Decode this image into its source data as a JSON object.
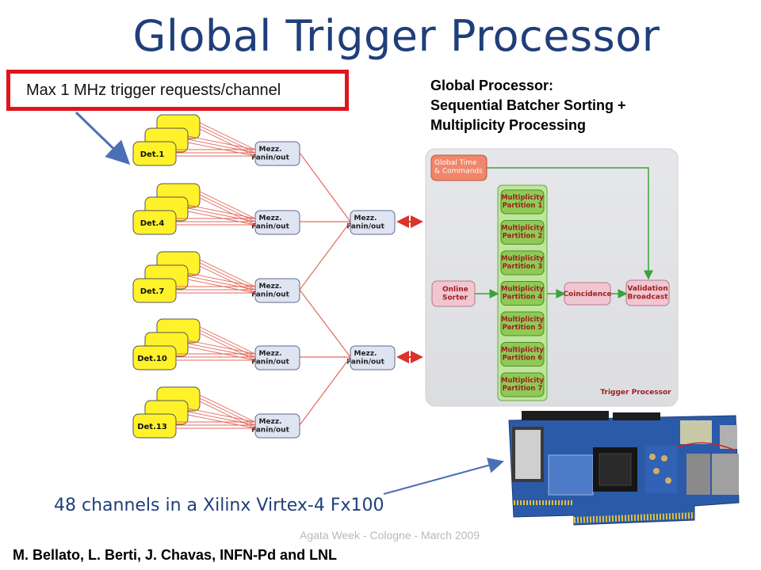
{
  "title": "Global Trigger Processor",
  "callout": "Max 1 MHz trigger requests/channel",
  "global_processor": {
    "line1": "Global Processor:",
    "line2": "Sequential Batcher Sorting +",
    "line3": "Multiplicity  Processing"
  },
  "detectors": [
    "Det.1",
    "Det.4",
    "Det.7",
    "Det.10",
    "Det.13"
  ],
  "mezz_first": [
    "Mezz.",
    "Fanin/out"
  ],
  "mezz_second": [
    "Mezz.",
    "Fanin/out"
  ],
  "trigger_processor": {
    "global_time": [
      "Global Time",
      "& Commands"
    ],
    "online_sorter": [
      "Online",
      "Sorter"
    ],
    "partitions": [
      [
        "Multiplicity",
        "Partition 1"
      ],
      [
        "Multiplicity",
        "Partition 2"
      ],
      [
        "Multiplicity",
        "Partition 3"
      ],
      [
        "Multiplicity",
        "Partition 4"
      ],
      [
        "Multiplicity",
        "Partition 5"
      ],
      [
        "Multiplicity",
        "Partition 6"
      ],
      [
        "Multiplicity",
        "Partition 7"
      ]
    ],
    "coincidence": "Coincidence",
    "validation": [
      "Validation",
      "Broadcast"
    ],
    "caption": "Trigger Processor"
  },
  "channels_caption": "48 channels in a Xilinx Virtex-4 Fx100",
  "footer": "Agata Week - Cologne - March 2009",
  "authors": "M. Bellato, L. Berti, J. Chavas,  INFN-Pd and LNL",
  "colors": {
    "title": "#1f3f7a",
    "callout_border": "#e0141c",
    "detector_fill": "#fff22a",
    "mezz_fill": "#dfe4f2",
    "partition_fill": "#8fca55",
    "sorter_fill": "#f2c6d0",
    "global_time_fill": "#f0866a",
    "board_blue": "#2b5aa8"
  }
}
